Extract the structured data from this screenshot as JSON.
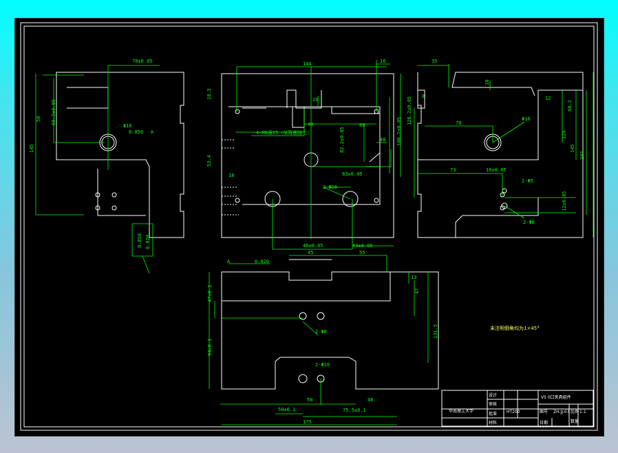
{
  "colors": {
    "background": "#000000",
    "outline": "#ffffff",
    "dimension": "#00ff00",
    "note": "#ffff66"
  },
  "left_view": {
    "dims": [
      "70±0.05",
      "58",
      "66.2±0.05",
      "145",
      "Φ16",
      "0.050",
      "A"
    ],
    "tolerance": [
      "0.050",
      "0.020"
    ]
  },
  "top_view": {
    "dims": [
      "144",
      "16",
      "18.5",
      "20",
      "40",
      "88",
      "48",
      "4-M8深15（从背面加工）",
      "53.4",
      "82.2±0.05",
      "100.2±0.05",
      "128.2±0.05",
      "18",
      "83±0.05",
      "2-Φ16",
      "46±0.05",
      "43±0.05"
    ]
  },
  "right_view": {
    "dims": [
      "35",
      "8",
      "10",
      "12",
      "60.2",
      "70",
      "Φ16",
      "124",
      "145",
      "207",
      "73",
      "16±0.05",
      "2-Φ5",
      "12±0.05",
      "2-Φ8"
    ]
  },
  "bottom_view": {
    "dims": [
      "A",
      "0.020",
      "45",
      "55",
      "13",
      "47",
      "47±0.1",
      "131.5",
      "94±0.1",
      "2-Φ8",
      "2-Φ10",
      "50",
      "48",
      "50±0.1",
      "75.5±0.1",
      "175"
    ],
    "note": "未注明倒角均为1×45°"
  },
  "title_block": {
    "part_name": "V5 0口夹具组件",
    "drawing_no": "ZH.JJ-07",
    "material": "HT200",
    "labels": [
      "设计",
      "审核",
      "批准",
      "材料",
      "图号",
      "比例",
      "数量",
      "日期"
    ],
    "school": "华南理工大学",
    "scale": "1:1"
  }
}
